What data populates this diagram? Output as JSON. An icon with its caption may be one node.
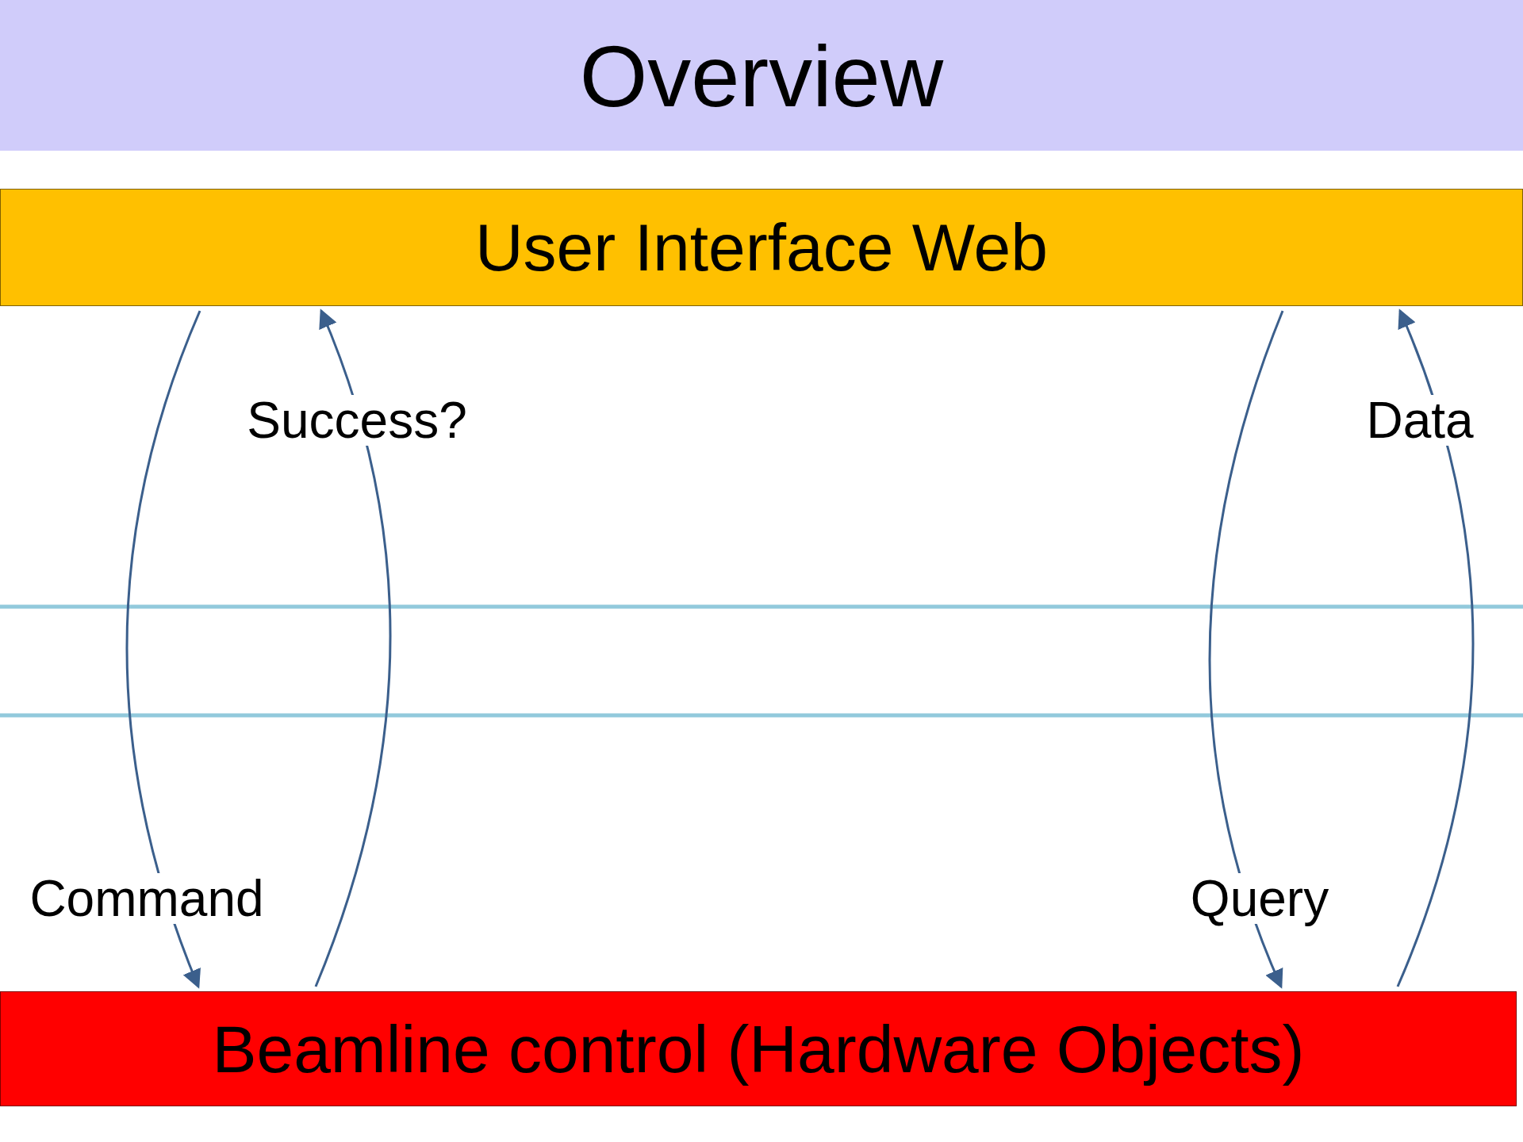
{
  "diagram": {
    "title": "Overview",
    "nodes": [
      {
        "text": [
          "User Interface Web"
        ]
      },
      {
        "text": [
          "Beamline control (Hardware Objects)"
        ]
      }
    ],
    "edges": [
      {
        "from": 0,
        "to": 1,
        "arrow": "to",
        "label": "Command"
      },
      {
        "from": 1,
        "to": 0,
        "arrow": "to",
        "label": "Success?"
      },
      {
        "from": 0,
        "to": 1,
        "arrow": "to",
        "label": "Query"
      },
      {
        "from": 1,
        "to": 0,
        "arrow": "to",
        "label": "Data"
      }
    ]
  }
}
